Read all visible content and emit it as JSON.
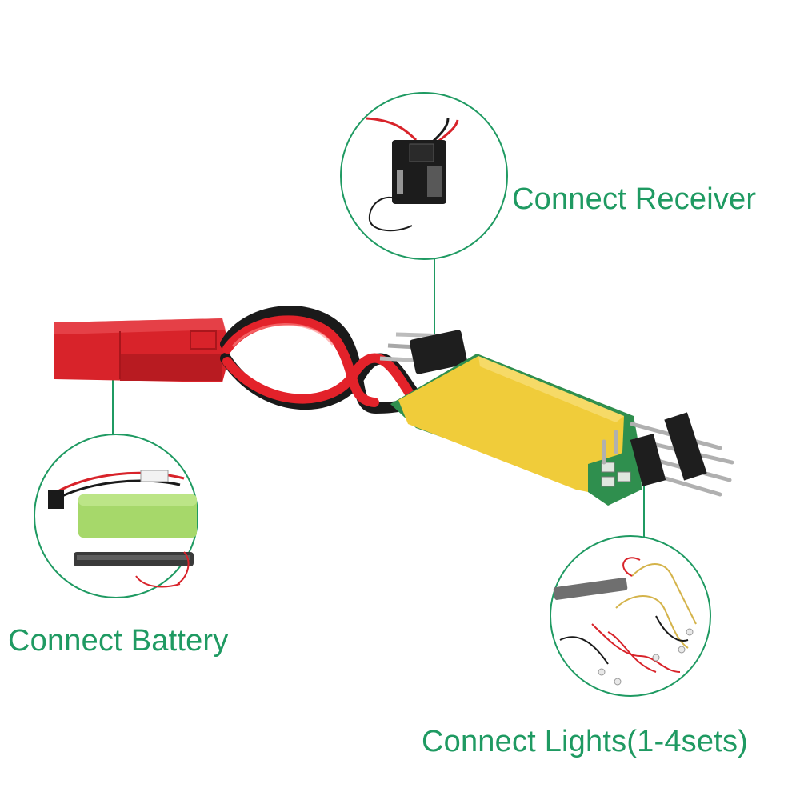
{
  "labels": {
    "receiver": "Connect Receiver",
    "battery": "Connect Battery",
    "lights": "Connect Lights(1-4sets)"
  },
  "colors": {
    "accent_green": "#1f9a62",
    "module_yellow": "#f0cc3a",
    "connector_red": "#d8232a",
    "wire_black": "#1a1a1a",
    "pcb_green": "#2f8f4e",
    "battery_green": "#a6d86a"
  }
}
